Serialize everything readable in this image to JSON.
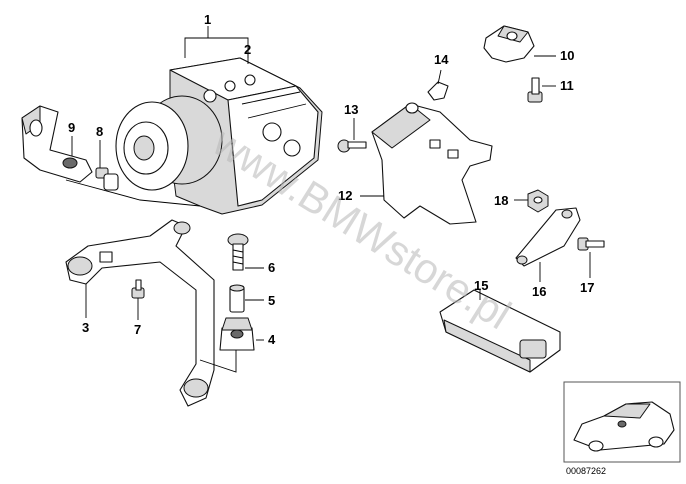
{
  "callouts": {
    "c1": "1",
    "c2": "2",
    "c3": "3",
    "c4": "4",
    "c5": "5",
    "c6": "6",
    "c7": "7",
    "c8": "8",
    "c9": "9",
    "c10": "10",
    "c11": "11",
    "c12": "12",
    "c13": "13",
    "c14": "14",
    "c15": "15",
    "c16": "16",
    "c17": "17",
    "c18": "18"
  },
  "watermark": "www.BMWstore.pl",
  "reference_number": "00087262",
  "colors": {
    "ink": "#111111",
    "shade": "#d9d9d9",
    "watermark": "#b8b8b8"
  }
}
